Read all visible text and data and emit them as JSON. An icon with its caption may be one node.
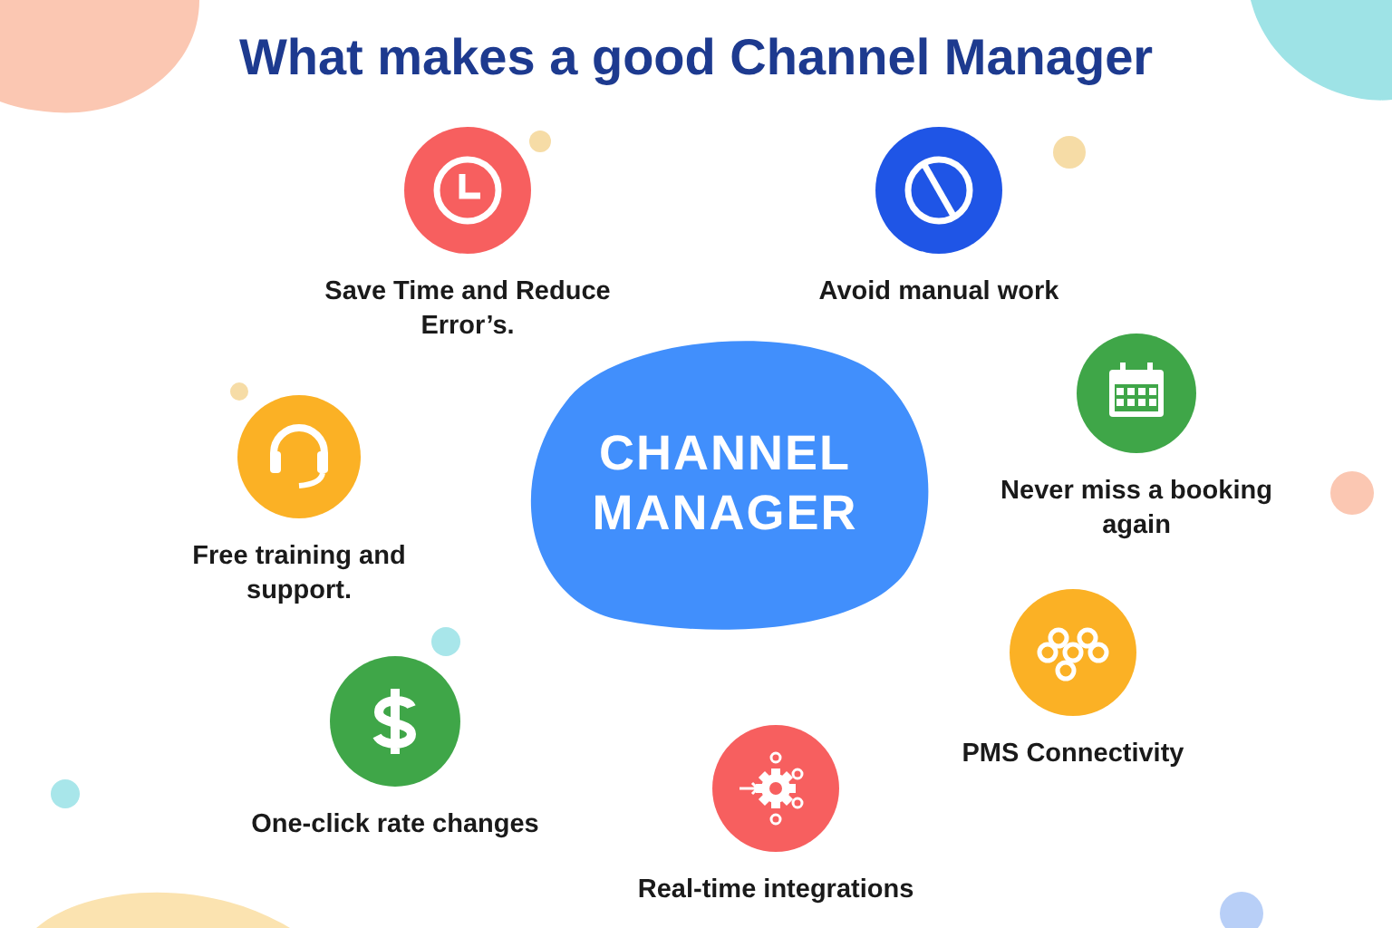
{
  "diagram": {
    "title": "What makes a good Channel Manager",
    "nodes": [
      {
        "text": [
          "CHANNEL MANAGER"
        ]
      },
      {
        "text": [
          "Save Time and Reduce Error’s."
        ]
      },
      {
        "text": [
          "Avoid manual work"
        ]
      },
      {
        "text": [
          "Never miss a booking again"
        ]
      },
      {
        "text": [
          "Free training and support."
        ]
      },
      {
        "text": [
          "PMS Connectivity"
        ]
      },
      {
        "text": [
          "One-click rate changes"
        ]
      },
      {
        "text": [
          "Real-time integrations"
        ]
      }
    ]
  }
}
